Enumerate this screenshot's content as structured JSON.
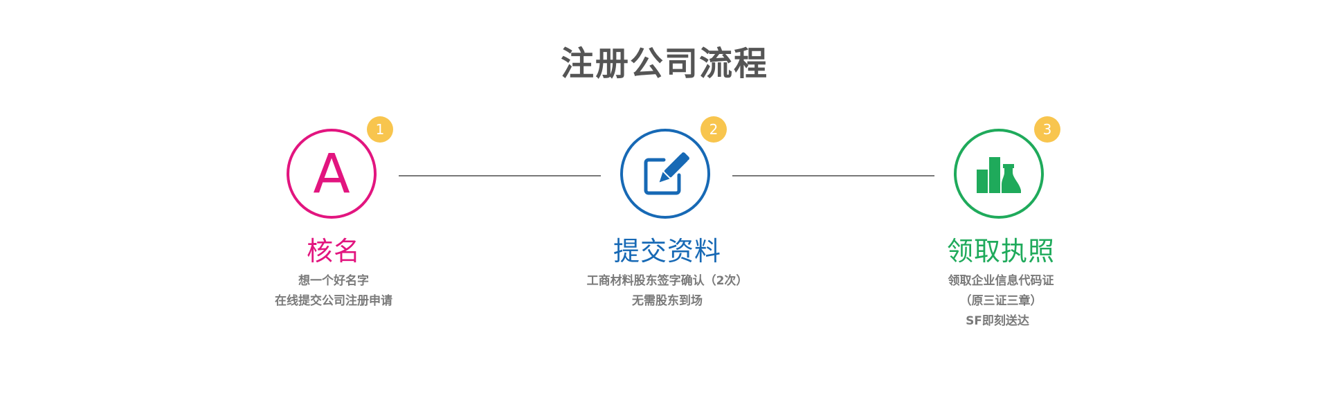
{
  "title": "注册公司流程",
  "colors": {
    "step1": "#e2157f",
    "step2": "#1769b5",
    "step3": "#1faa5b",
    "badge": "#f8c54e",
    "connector": "#777777",
    "title": "#555555",
    "desc": "#7a7a7a"
  },
  "steps": [
    {
      "number": "1",
      "icon": "letter-a-icon",
      "icon_text": "A",
      "heading": "核名",
      "lines": [
        "想一个好名字",
        "在线提交公司注册申请"
      ]
    },
    {
      "number": "2",
      "icon": "edit-pen-icon",
      "heading": "提交资料",
      "lines": [
        "工商材料股东签字确认（2次）",
        "无需股东到场"
      ]
    },
    {
      "number": "3",
      "icon": "building-chart-icon",
      "heading": "领取执照",
      "lines": [
        "领取企业信息代码证",
        "（原三证三章）",
        "SF即刻送达"
      ]
    }
  ]
}
